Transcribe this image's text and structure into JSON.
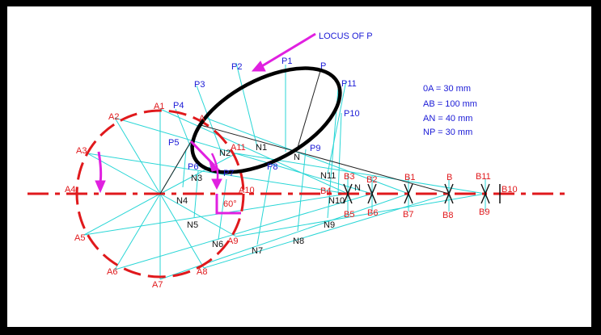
{
  "diagram": {
    "locus_label": "LOCUS OF P",
    "data_lines": [
      "0A = 30 mm",
      "AB = 100 mm",
      "AN = 40 mm",
      "NP = 30 mm"
    ],
    "angle_label": "60°",
    "crank_labels": [
      "A",
      "A1",
      "A2",
      "A3",
      "A4",
      "A5",
      "A6",
      "A7",
      "A8",
      "A9",
      "A10",
      "A11"
    ],
    "p_labels": [
      "P",
      "P1",
      "P2",
      "P3",
      "P4",
      "P5",
      "P6",
      "P7",
      "P8",
      "P9",
      "P10",
      "P11"
    ],
    "n_labels": [
      "N",
      "N1",
      "N2",
      "N3",
      "N4",
      "N5",
      "N6",
      "N7",
      "N8",
      "N9",
      "N10",
      "N11"
    ],
    "b_labels": [
      "B",
      "B1",
      "B2",
      "B3",
      "B4",
      "B5",
      "B6",
      "B7",
      "B8",
      "B9",
      "B10",
      "B11"
    ],
    "colors": {
      "crank": "#e0191c",
      "construction": "#29d6d6",
      "locus": "#000000",
      "arrow": "#e020e0",
      "points": "#1a1ad6",
      "background_frame": "#000000"
    }
  }
}
